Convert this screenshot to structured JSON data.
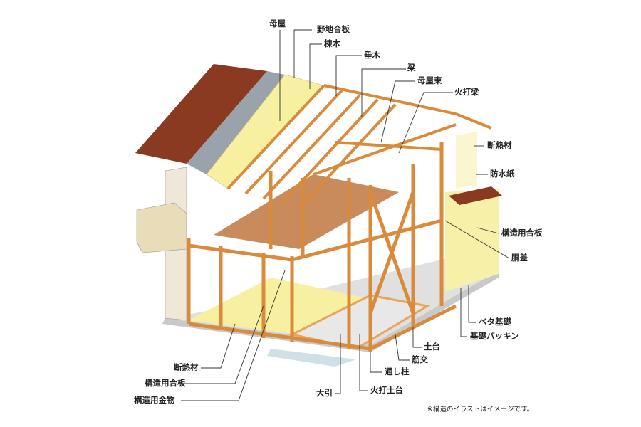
{
  "labels": {
    "moya": "母屋",
    "noji_gohan": "野地合板",
    "munagi": "棟木",
    "taruki": "垂木",
    "hari": "梁",
    "moyazuka": "母屋束",
    "hiuchi_bari": "火打梁",
    "dannetsuzai_right": "断熱材",
    "bousuishi": "防水紙",
    "kouzouyou_gohan_right": "構造用合板",
    "dousashi": "胴差",
    "beta_kiso": "ベタ基礎",
    "kiso_packing": "基礎パッキン",
    "dodai": "土台",
    "sujikai": "筋交",
    "toushi_bashira": "通し柱",
    "hiuchi_dodai": "火打土台",
    "oobiki": "大引",
    "dannetsuzai_left": "断熱材",
    "kouzouyou_gohan_left": "構造用合板",
    "kouzouyou_kanamono": "構造用金物"
  },
  "note": "※構造のイラストはイメージです。",
  "colors": {
    "roof_tile": "#8b3a22",
    "wood": "#e9a45a",
    "insulation": "#f6f0a0",
    "foundation": "#d7d7d7",
    "wall": "#f2e3b8"
  }
}
